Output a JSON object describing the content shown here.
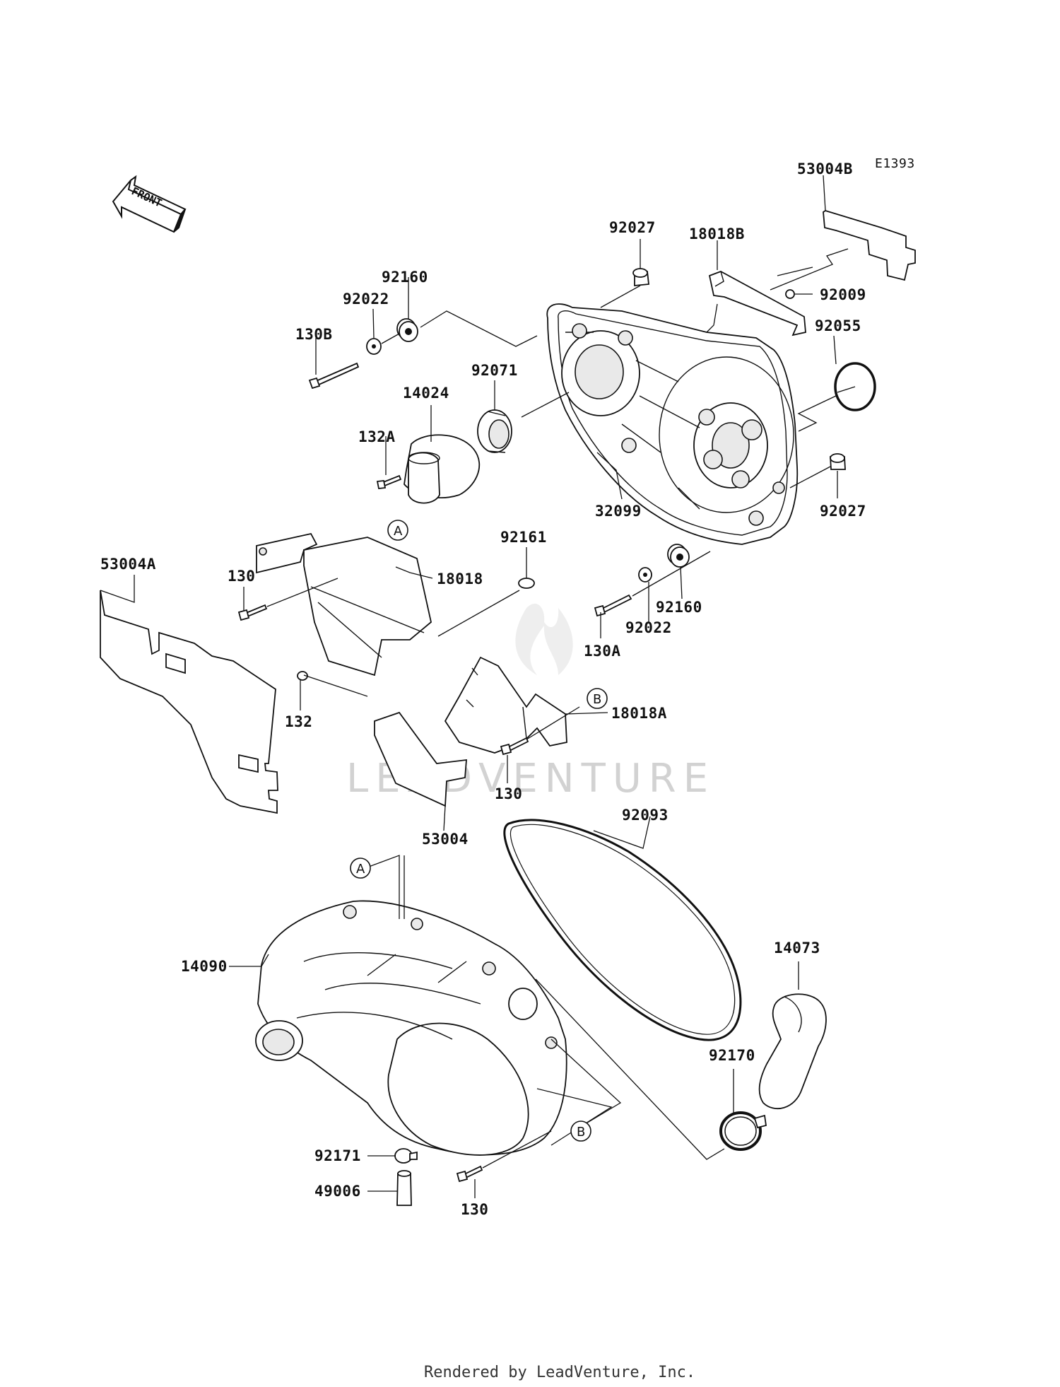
{
  "diagram_code": "E1393",
  "front_label": "FRONT",
  "watermark": "LEADVENTURE",
  "footer": "Rendered by LeadVenture, Inc.",
  "callouts": {
    "p53004B": "53004B",
    "p92027_top": "92027",
    "p18018B": "18018B",
    "p92009": "92009",
    "p92160_top": "92160",
    "p92022_top": "92022",
    "p130B": "130B",
    "p92055": "92055",
    "p92071": "92071",
    "p14024": "14024",
    "p132A": "132A",
    "p32099": "32099",
    "p92027_right": "92027",
    "p53004A": "53004A",
    "p92161": "92161",
    "p130_left": "130",
    "p18018": "18018",
    "p92160_mid": "92160",
    "p92022_mid": "92022",
    "p130A": "130A",
    "p132": "132",
    "p18018A": "18018A",
    "p130_mid": "130",
    "p53004": "53004",
    "p92093": "92093",
    "p14090": "14090",
    "p14073": "14073",
    "p92170": "92170",
    "p92171": "92171",
    "p49006": "49006",
    "p130_bottom": "130"
  },
  "ref_markers": {
    "A_top": "A",
    "B_mid": "B",
    "A_bottom": "A",
    "B_bottom": "B"
  }
}
